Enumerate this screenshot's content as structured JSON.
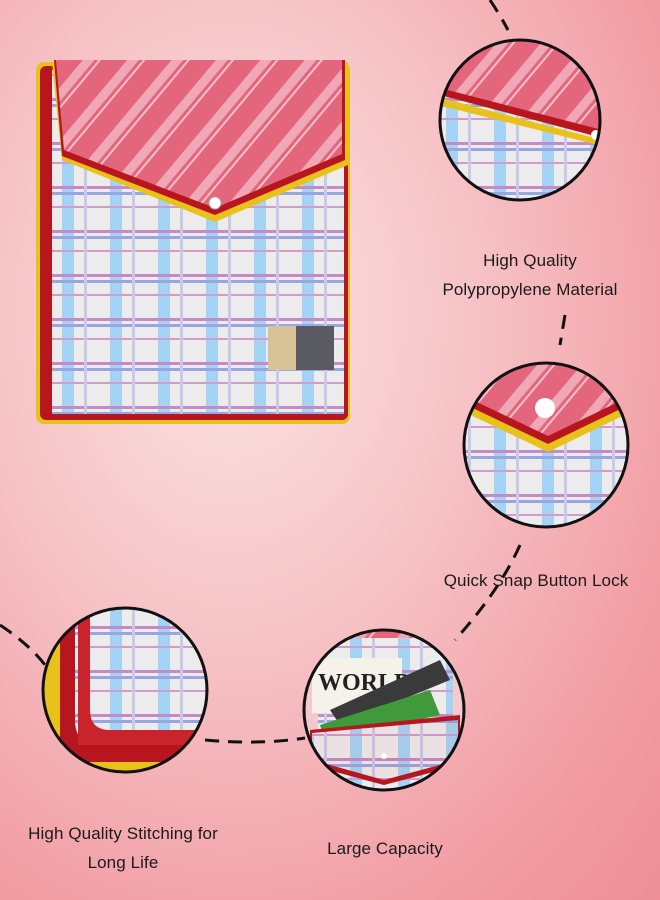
{
  "features": [
    {
      "line1": "High Quality",
      "line2": "Polypropylene Material"
    },
    {
      "line1": "Quick Snap Button Lock"
    },
    {
      "line1": "High Quality Stitching for",
      "line2": "Long Life"
    },
    {
      "line1": "Large Capacity"
    }
  ],
  "newspaper_text": "WORLD",
  "colors": {
    "flap_pink": "#e0637a",
    "trim_red": "#b8161e",
    "trim_yellow": "#e8c21a",
    "plaid_blue": "#9fd0f2",
    "plaid_base": "#ececec"
  }
}
